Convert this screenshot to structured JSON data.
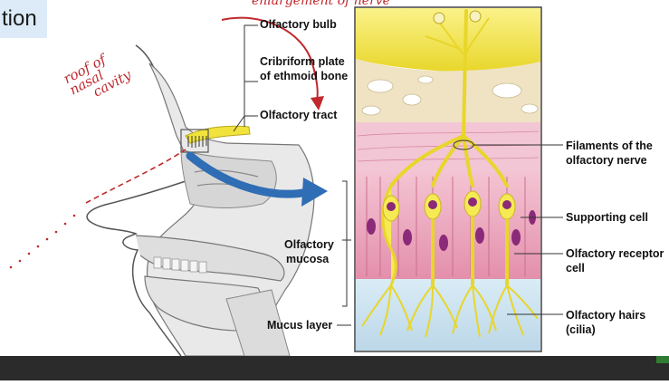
{
  "heading": {
    "partial_title": "tion"
  },
  "annotations": {
    "top": "enlargement of nerve",
    "roof_line1": "roof of",
    "roof_line2": "nasal",
    "roof_line3": "cavity"
  },
  "labels_left": {
    "olfactory_bulb": "Olfactory bulb",
    "cribriform_1": "Cribriform plate",
    "cribriform_2": "of ethmoid bone",
    "olfactory_tract": "Olfactory tract",
    "mucosa_1": "Olfactory",
    "mucosa_2": "mucosa",
    "mucus_layer": "Mucus layer"
  },
  "labels_right": {
    "filaments_1": "Filaments of the",
    "filaments_2": "olfactory nerve",
    "supporting_cell": "Supporting cell",
    "receptor_1": "Olfactory receptor",
    "receptor_2": "cell",
    "hairs_1": "Olfactory hairs",
    "hairs_2": "(cilia)"
  },
  "colors": {
    "bulb": "#f4e64a",
    "nerve": "#f1e33c",
    "bone": "#efe3c3",
    "mucosa": "#e9a3b9",
    "cell_nucleus": "#8a2a78",
    "mucus": "#cfe3ef",
    "arrow": "#2f6db5",
    "annotation": "#c0282d",
    "bottom_bar": "#2b2b2b"
  }
}
